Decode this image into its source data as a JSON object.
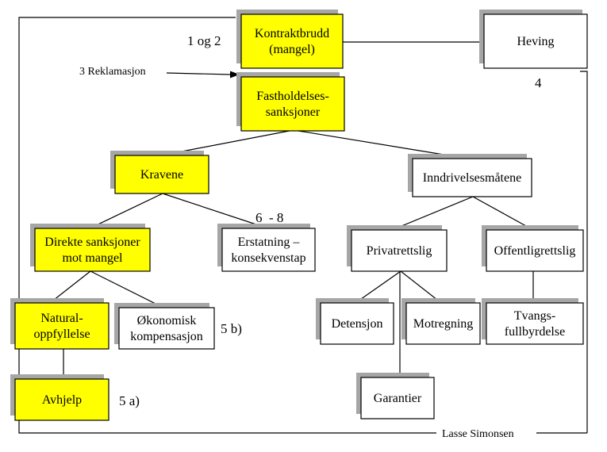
{
  "colors": {
    "highlight": "#ffff00",
    "plain": "#ffffff",
    "shadow": "#a6a6a6",
    "line": "#000000"
  },
  "boxes": {
    "kontraktbrudd": [
      "Kontraktbrudd",
      "(mangel)"
    ],
    "heving": [
      "Heving"
    ],
    "fastholdelse": [
      "Fastholdelses-",
      "sanksjoner"
    ],
    "kravene": [
      "Kravene"
    ],
    "inndrivelse": [
      "Inndrivelsesmåtene"
    ],
    "direkte": [
      "Direkte sanksjoner",
      "mot mangel"
    ],
    "erstatning": [
      "Erstatning –",
      "konsekvenstap"
    ],
    "privatrettslig": [
      "Privatrettslig"
    ],
    "offentligrettslig": [
      "Offentligrettslig"
    ],
    "naturaloppfyllelse": [
      "Natural-",
      "oppfyllelse"
    ],
    "okonomisk": [
      "Økonomisk",
      "kompensasjon"
    ],
    "detensjon": [
      "Detensjon"
    ],
    "motregning": [
      "Motregning"
    ],
    "tvangsfullbyrdelse": [
      "Tvangs-",
      "fullbyrdelse"
    ],
    "avhjelp": [
      "Avhjelp"
    ],
    "garantier": [
      "Garantier"
    ]
  },
  "labels": {
    "og": "1 og 2",
    "reklamasjon": "3 Reklamasjon",
    "four": "4",
    "six_eight": "6  - 8",
    "five_b": "5 b)",
    "five_a": "5 a)",
    "author": "Lasse Simonsen"
  }
}
